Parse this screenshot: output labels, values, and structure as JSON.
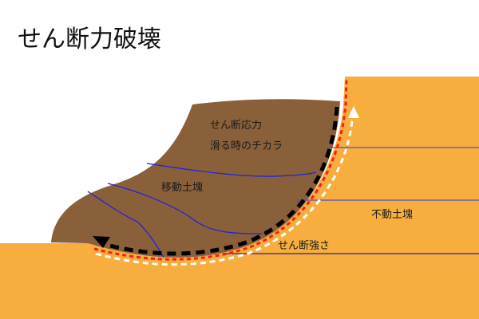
{
  "title": "せん断力破壊",
  "labels": {
    "shear_stress": "せん断応力",
    "sliding_force": "滑る時のチカラ",
    "moving_mass": "移動土塊",
    "stable_mass": "不動土塊",
    "shear_strength": "せん断強さ"
  },
  "colors": {
    "ground": "#F7AE3E",
    "moving_soil": "#8A603B",
    "layer_line": "#2020E0",
    "slip_surface": "#FF1A1A",
    "stress_arrow": "#000000",
    "strength_arrow": "#FFFFFF"
  }
}
